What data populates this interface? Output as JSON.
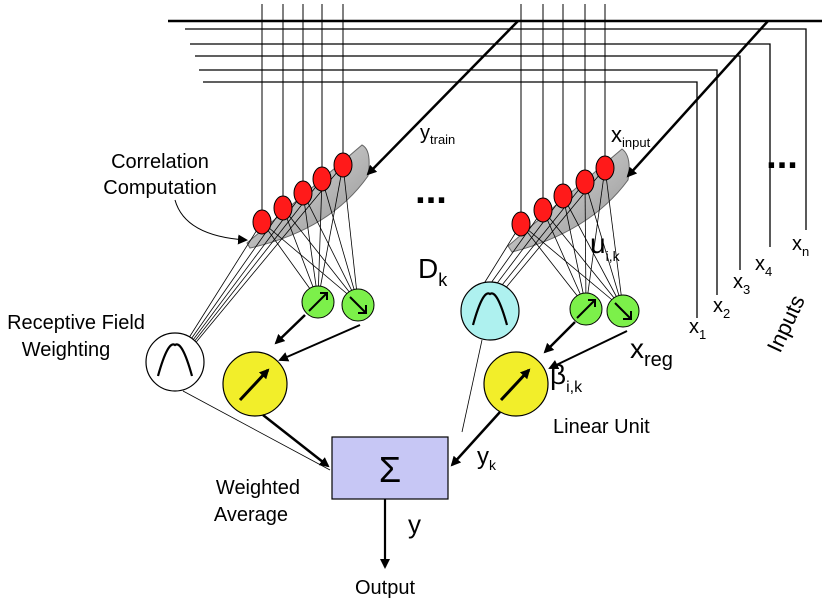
{
  "labels": {
    "correlation_line1": "Correlation",
    "correlation_line2": "Computation",
    "receptive_line1": "Receptive Field",
    "receptive_line2": "Weighting",
    "weighted_line1": "Weighted",
    "weighted_line2": "Average",
    "output": "Output",
    "y": "y",
    "y_train_base": "y",
    "y_train_sub": "train",
    "x_input_base": "x",
    "x_input_sub": "input",
    "dk_base": "D",
    "dk_sub": "k",
    "u_base": "u",
    "u_sub": "i,k",
    "x_reg_base": "x",
    "x_reg_sub": "reg",
    "beta_base": "β",
    "beta_sub": "i,k",
    "linear_unit": "Linear Unit",
    "yk_base": "y",
    "yk_sub": "k",
    "x1_base": "x",
    "x1_sub": "1",
    "x2_base": "x",
    "x2_sub": "2",
    "x3_base": "x",
    "x3_sub": "3",
    "x4_base": "x",
    "x4_sub": "4",
    "xn_base": "x",
    "xn_sub": "n",
    "inputs": "Inputs",
    "ellipsis_center": "...",
    "ellipsis_right": "...",
    "sigma": "Σ"
  },
  "colors": {
    "red_node": "#ff1a1a",
    "green_node": "#7cf04a",
    "yellow_node": "#f2ee2a",
    "cyan_node": "#aef1ef",
    "sum_box": "#c7c7f5",
    "cone": "#b8b8b8"
  }
}
